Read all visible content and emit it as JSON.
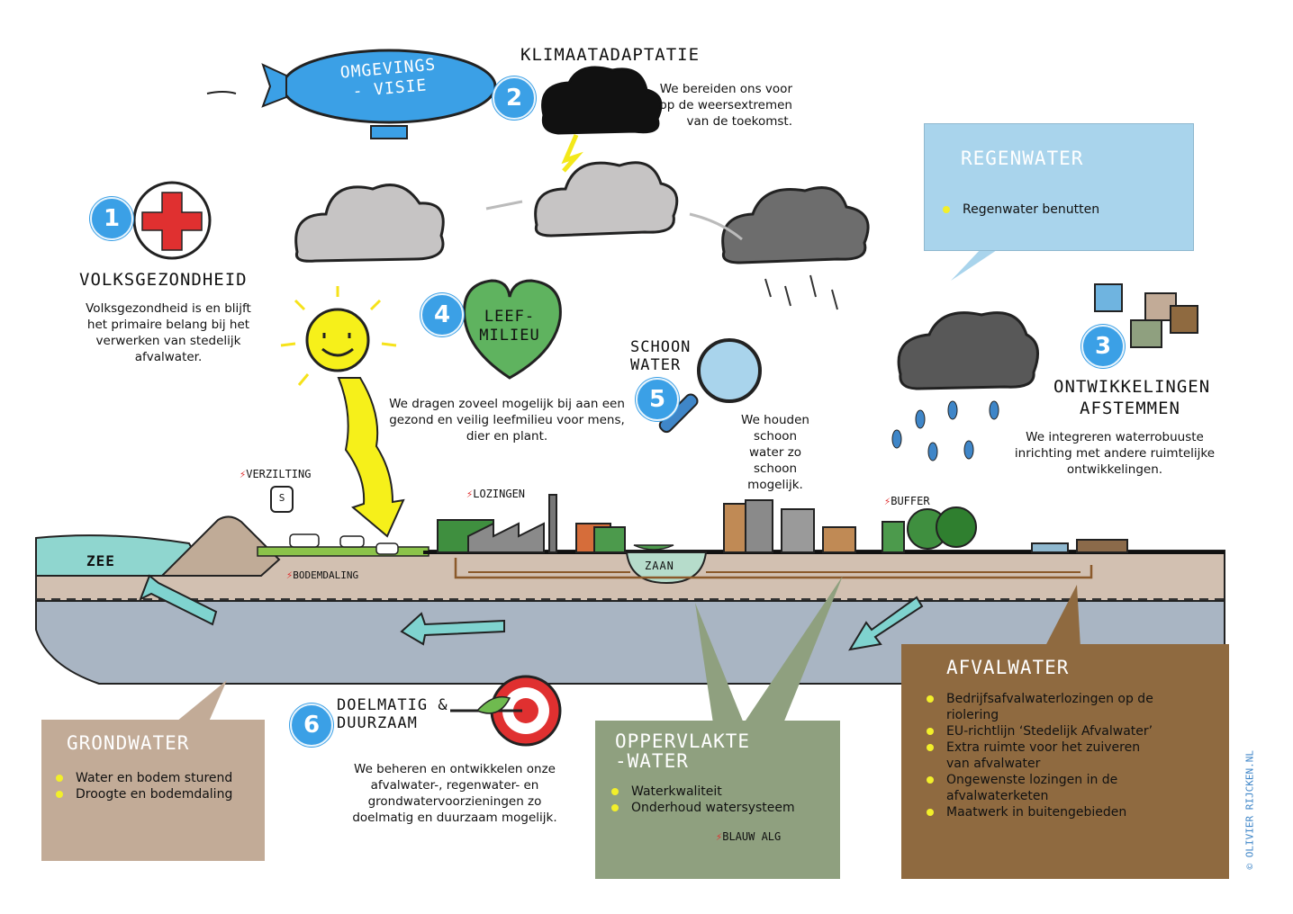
{
  "blimp": {
    "label_line1": "OMGEVINGS",
    "label_line2": "- VISIE"
  },
  "themes": [
    {
      "number": "1",
      "title": "VOLKSGEZONDHEID",
      "text": "Volksgezondheid is en blijft het primaire belang bij het verwerken van stedelijk afvalwater."
    },
    {
      "number": "2",
      "title": "KLIMAATADAPTATIE",
      "text": "We bereiden ons voor op de weersextremen van de toekomst."
    },
    {
      "number": "3",
      "title_line1": "ONTWIKKELINGEN",
      "title_line2": "AFSTEMMEN",
      "text": "We integreren waterrobuuste inrichting met andere ruimtelijke ontwikkelingen."
    },
    {
      "number": "4",
      "title_line1": "LEEF-",
      "title_line2": "MILIEU",
      "text": "We dragen zoveel mogelijk bij aan een gezond en veilig leefmilieu voor mens, dier en plant."
    },
    {
      "number": "5",
      "title_line1": "SCHOON",
      "title_line2": "WATER",
      "text": "We houden schoon water zo schoon mogelijk."
    },
    {
      "number": "6",
      "title_line1": "DOELMATIG &",
      "title_line2": "DUURZAAM",
      "text": "We beheren en ontwikkelen onze afvalwater-, regenwater- en grondwatervoorzieningen zo doelmatig en duurzaam mogelijk."
    }
  ],
  "landscape": {
    "zee": "ZEE",
    "zaan": "ZAAN",
    "verzilting": "VERZILTING",
    "bodemdaling": "BODEMDALING",
    "lozingen": "LOZINGEN",
    "buffer": "BUFFER",
    "salt_letter": "S"
  },
  "panels": {
    "regenwater": {
      "title": "REGENWATER",
      "items": [
        "Regenwater benutten"
      ],
      "color": "#a9d4ec"
    },
    "grondwater": {
      "title": "GRONDWATER",
      "items": [
        "Water en bodem sturend",
        "Droogte en bodemdaling"
      ],
      "color": "#c2ab97"
    },
    "oppervlaktewater": {
      "title_line1": "OPPERVLAKTE",
      "title_line2": "-WATER",
      "items": [
        "Waterkwaliteit",
        "Onderhoud watersysteem"
      ],
      "blauwalg": "BLAUW ALG",
      "color": "#8fa07f"
    },
    "afvalwater": {
      "title": "AFVALWATER",
      "items": [
        "Bedrijfsafvalwaterlozingen op de riolering",
        "EU-richtlijn ‘Stedelijk Afvalwater’",
        "Extra ruimte voor het zuiveren van afvalwater",
        "Ongewenste lozingen in de afvalwaterketen",
        "Maatwerk in buitengebieden"
      ],
      "color": "#8f6a40"
    }
  },
  "credit": "© OLIVIER RIJCKEN.NL",
  "colors": {
    "accent_blue": "#3ba0e6",
    "ground": "#d1bfb0",
    "groundwater": "#a9b5c3",
    "sun": "#f6f01a"
  }
}
